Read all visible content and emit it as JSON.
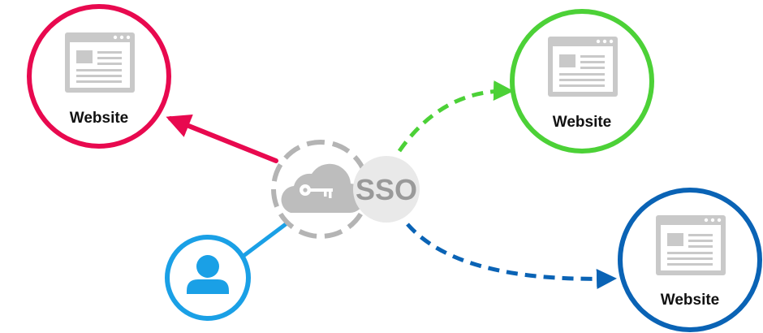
{
  "hub": {
    "label": "SSO",
    "icon": "cloud-key-icon"
  },
  "user": {
    "icon": "user-icon",
    "color": "#1aa0e6"
  },
  "websites": [
    {
      "label": "Website",
      "color": "#e8094f",
      "icon": "browser-window-icon"
    },
    {
      "label": "Website",
      "color": "#4cd137",
      "icon": "browser-window-icon"
    },
    {
      "label": "Website",
      "color": "#0a63b5",
      "icon": "browser-window-icon"
    }
  ],
  "colors": {
    "hub_gray": "#b4b4b4",
    "icon_gray": "#c9c9c9",
    "sso_badge": "#e9e9e9"
  }
}
